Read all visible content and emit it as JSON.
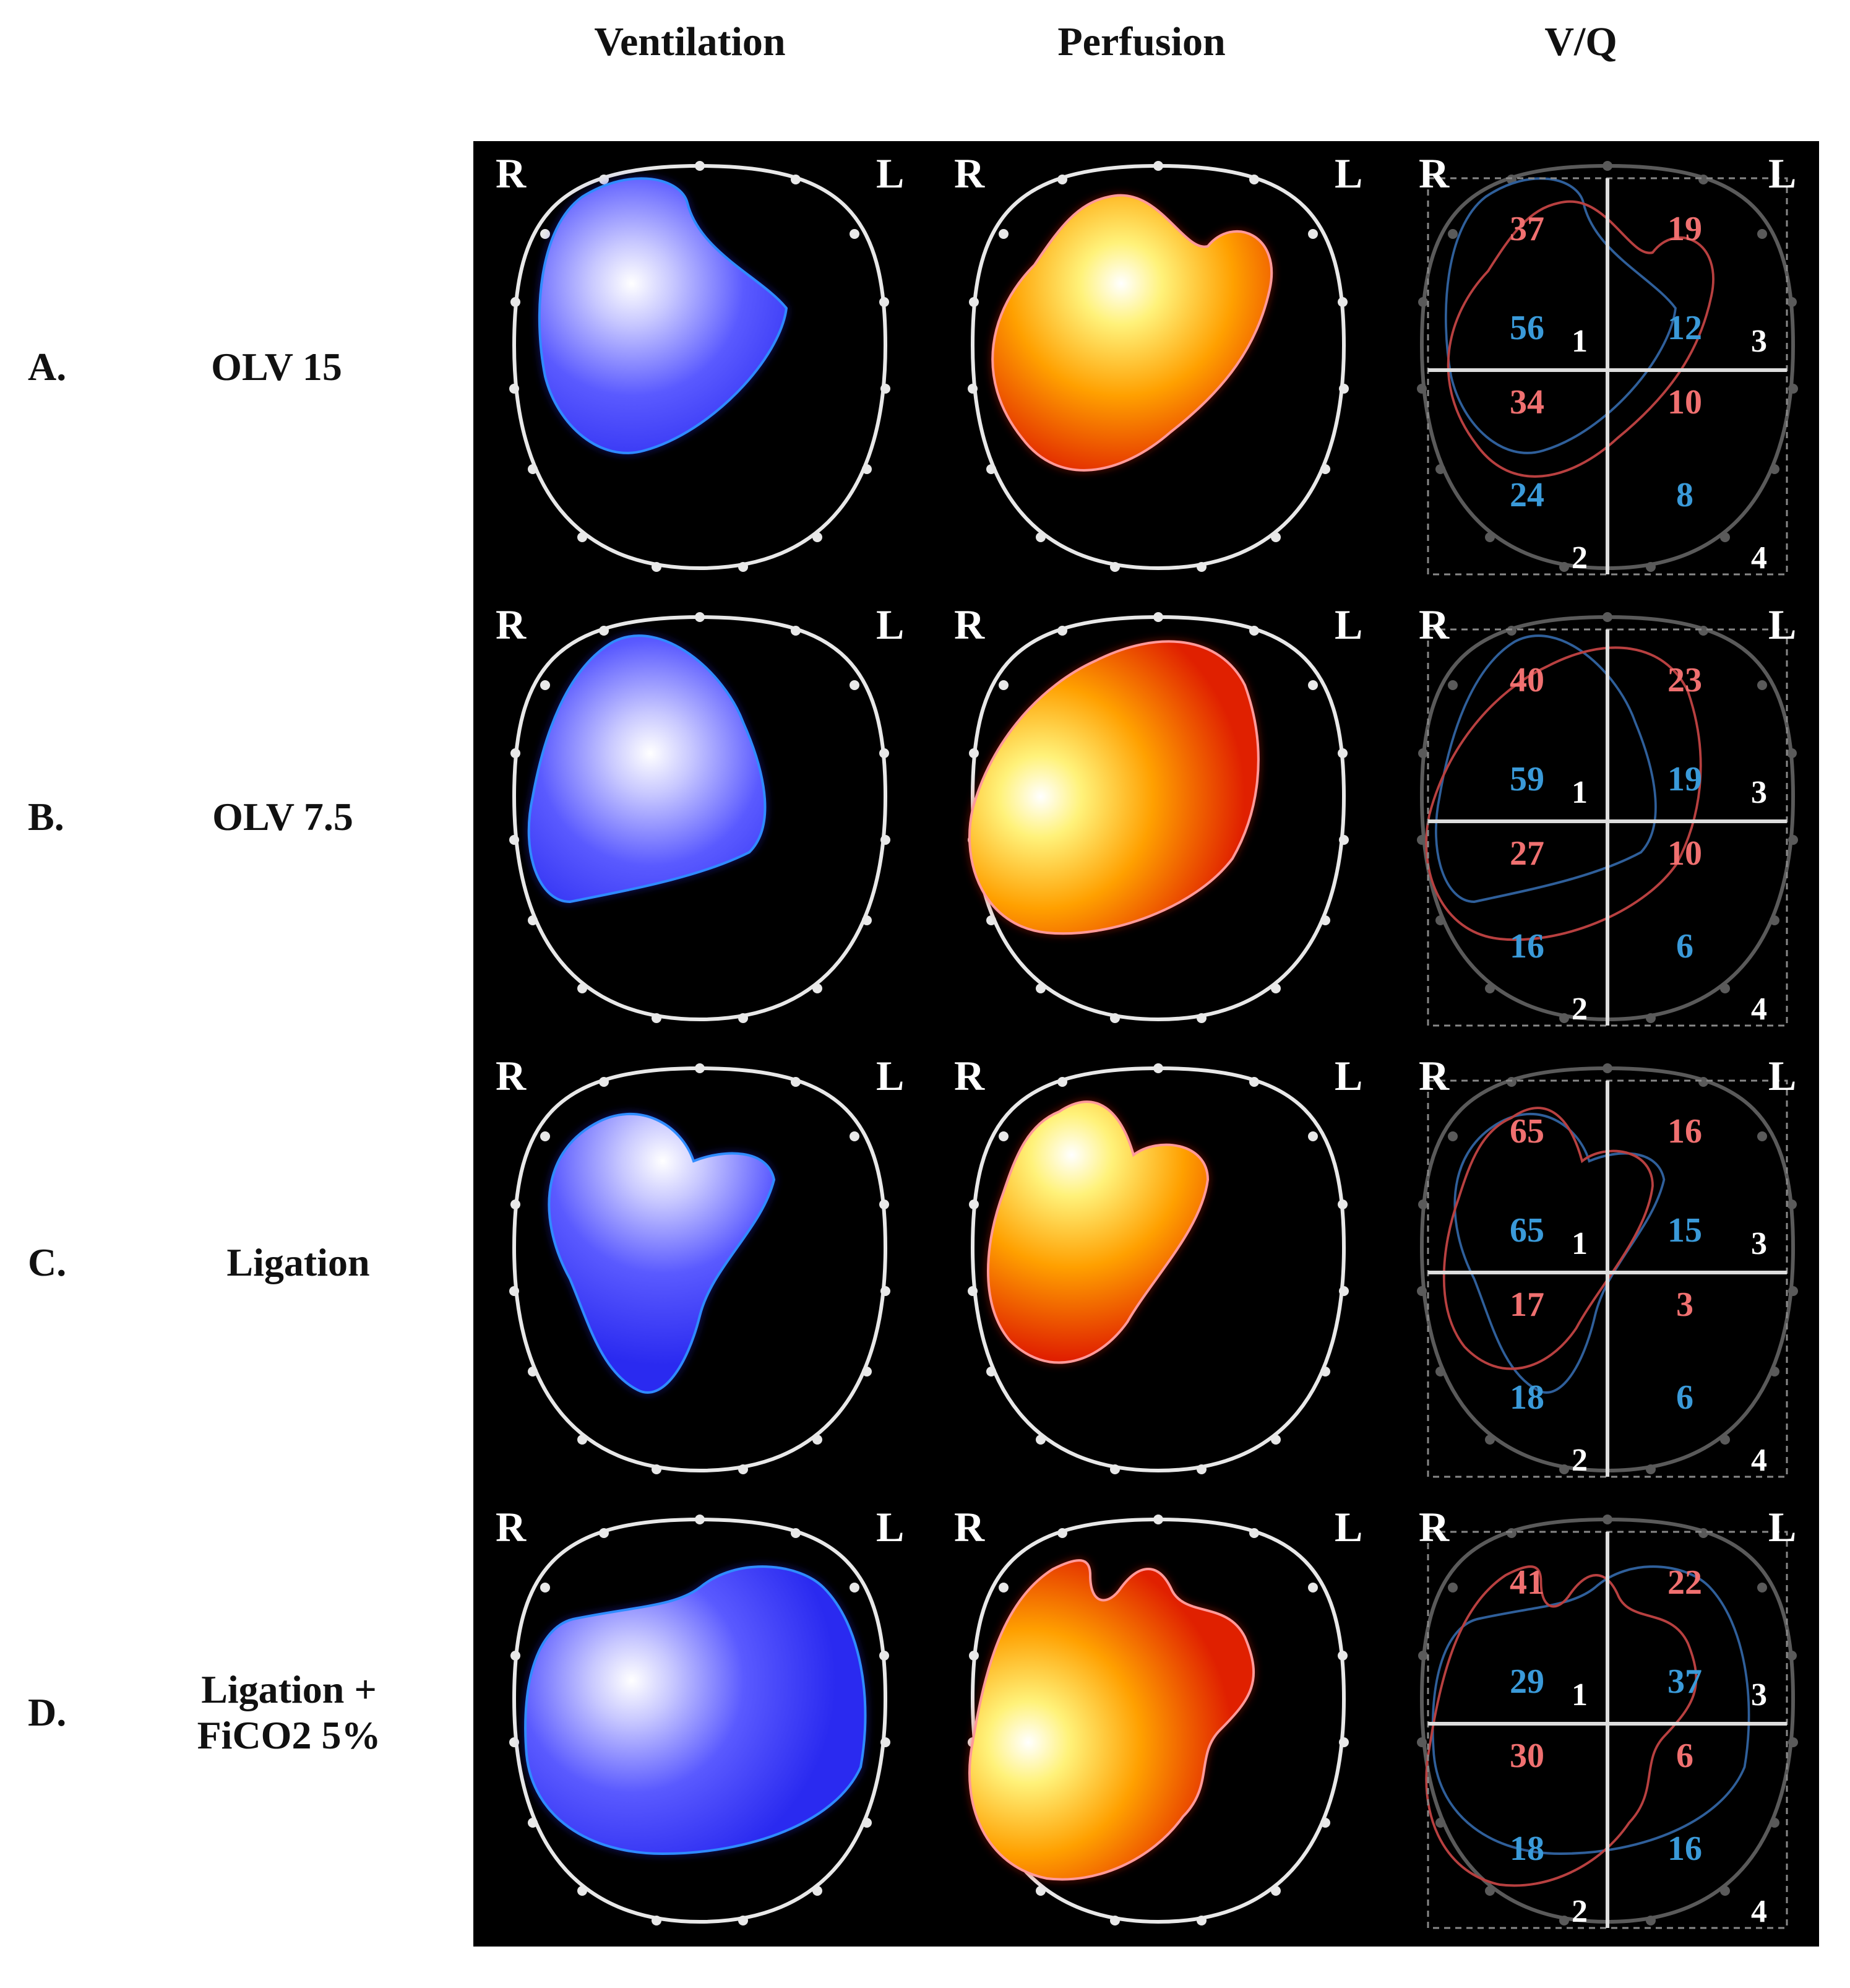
{
  "column_headers": [
    "Ventilation",
    "Perfusion",
    "V/Q"
  ],
  "orientation": {
    "right": "R",
    "left": "L"
  },
  "quadrant_numbers": [
    "1",
    "2",
    "3",
    "4"
  ],
  "colors": {
    "ventilation": "#3b3bff",
    "ventilation_outline": "#2f8cff",
    "perfusion": "#ff2000",
    "perfusion_outline": "#ff9a9a",
    "vq_perfusion_text": "#f07070",
    "vq_ventilation_text": "#3a9ad9",
    "background": "#000000"
  },
  "rows": [
    {
      "letter": "A.",
      "label": "OLV 15",
      "vq": {
        "q1": {
          "perfusion": "37",
          "ventilation": "56"
        },
        "q3": {
          "perfusion": "19",
          "ventilation": "12"
        },
        "q2": {
          "perfusion": "34",
          "ventilation": "24"
        },
        "q4": {
          "perfusion": "10",
          "ventilation": "8"
        }
      }
    },
    {
      "letter": "B.",
      "label": "OLV 7.5",
      "vq": {
        "q1": {
          "perfusion": "40",
          "ventilation": "59"
        },
        "q3": {
          "perfusion": "23",
          "ventilation": "19"
        },
        "q2": {
          "perfusion": "27",
          "ventilation": "16"
        },
        "q4": {
          "perfusion": "10",
          "ventilation": "6"
        }
      }
    },
    {
      "letter": "C.",
      "label": "Ligation",
      "vq": {
        "q1": {
          "perfusion": "65",
          "ventilation": "65"
        },
        "q3": {
          "perfusion": "16",
          "ventilation": "15"
        },
        "q2": {
          "perfusion": "17",
          "ventilation": "18"
        },
        "q4": {
          "perfusion": "3",
          "ventilation": "6"
        }
      }
    },
    {
      "letter": "D.",
      "label": "Ligation +\nFiCO2 5%",
      "vq": {
        "q1": {
          "perfusion": "41",
          "ventilation": "29"
        },
        "q3": {
          "perfusion": "22",
          "ventilation": "37"
        },
        "q2": {
          "perfusion": "30",
          "ventilation": "18"
        },
        "q4": {
          "perfusion": "6",
          "ventilation": "16"
        }
      }
    }
  ]
}
